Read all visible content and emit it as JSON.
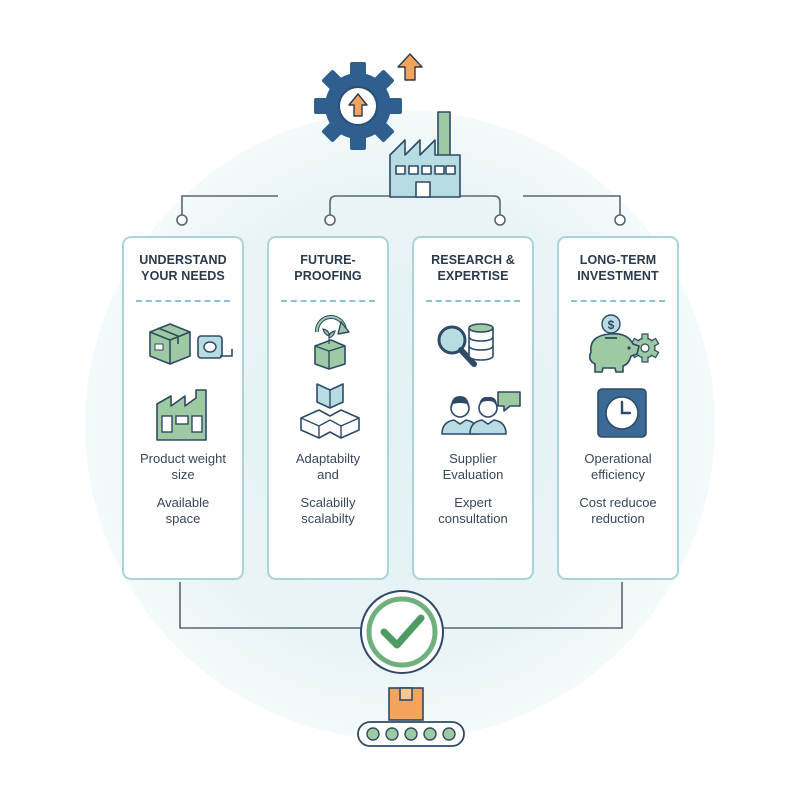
{
  "colors": {
    "navy": "#2f5f8f",
    "green": "#9dc9a3",
    "teal": "#b7dde3",
    "orange": "#f2a35e",
    "card_border": "#a9d3dd",
    "text": "#2a3a4c"
  },
  "icons": {
    "top": [
      "gear-icon",
      "up-arrow-icon",
      "factory-icon"
    ],
    "bottom": [
      "check-icon",
      "box-icon",
      "conveyor-icon"
    ]
  },
  "cards": [
    {
      "title": [
        "UNDERSTAND",
        "YOUR NEEDS"
      ],
      "icons": [
        "box-icon",
        "tape-roll-icon",
        "warehouse-icon"
      ],
      "text1": [
        "Product weight",
        "size"
      ],
      "text2": [
        "Available",
        "space"
      ]
    },
    {
      "title": [
        "FUTURE-",
        "PROOFING"
      ],
      "icons": [
        "growth-cycle-icon",
        "expandable-frame-icon"
      ],
      "text1": [
        "Adaptabilty",
        "and"
      ],
      "text2": [
        "Scalabilly",
        "scalabilty"
      ]
    },
    {
      "title": [
        "RESEARCH &",
        "EXPERTISE"
      ],
      "icons": [
        "magnifier-icon",
        "database-icon",
        "experts-icon"
      ],
      "text1": [
        "Supplier",
        "Evaluation"
      ],
      "text2": [
        "Expert",
        "consultation"
      ]
    },
    {
      "title": [
        "LONG-TERM",
        "INVESTMENT"
      ],
      "icons": [
        "piggy-bank-icon",
        "clock-icon"
      ],
      "text1": [
        "Operational",
        "efficiency"
      ],
      "text2": [
        "Cost reducoe",
        "reduction"
      ]
    }
  ]
}
